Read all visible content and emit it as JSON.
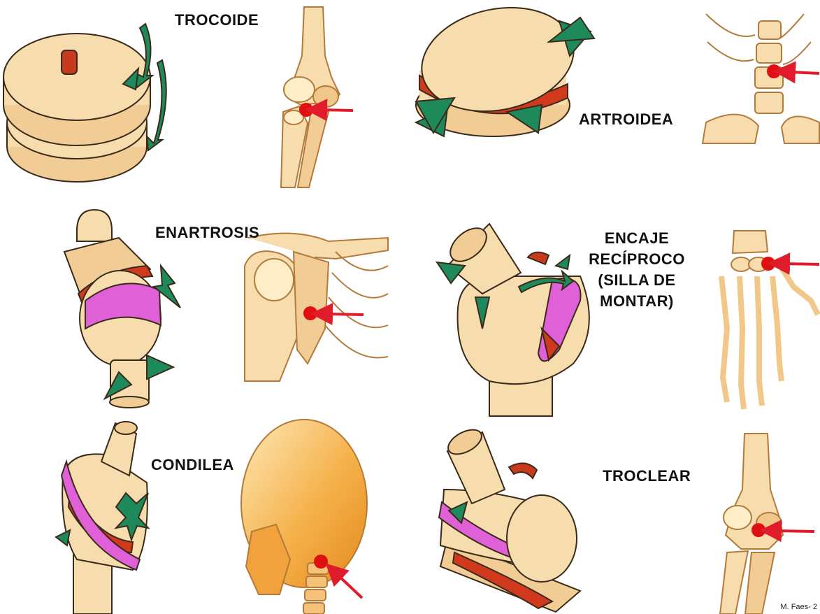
{
  "joints": {
    "trocoide": "TROCOIDE",
    "artroidea": "ARTROIDEA",
    "enartrosis": "ENARTROSIS",
    "encaje": [
      "ENCAJE",
      "RECÍPROCO",
      "(SILLA DE",
      "MONTAR)"
    ],
    "condilea": "CONDILEA",
    "troclear": "TROCLEAR"
  },
  "credit": "M. Faes- 2",
  "colors": {
    "bone": "#f7dcae",
    "bone_dark": "#e7b978",
    "outline": "#3a2a1a",
    "cartilage": "#e060d8",
    "red_surface": "#d0391c",
    "arrow_green": "#1e8a5c",
    "arrow_red": "#e01c2c",
    "marker": "#e01010"
  }
}
